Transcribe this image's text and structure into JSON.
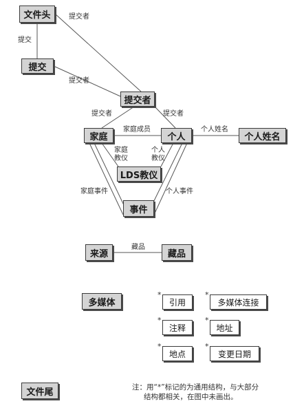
{
  "nodes": {
    "header": "文件头",
    "submission": "提交",
    "submitter": "提交者",
    "family": "家庭",
    "individual": "个人",
    "individual_name": "个人姓名",
    "lds": "LDS教仪",
    "event": "事件",
    "source": "来源",
    "repository": "藏品",
    "multimedia": "多媒体",
    "citation": "引用",
    "multimedia_link": "多媒体连接",
    "note_rec": "注释",
    "address": "地址",
    "place": "地点",
    "change_date": "变更日期",
    "trailer": "文件尾"
  },
  "edges": {
    "header_submission": "提交",
    "header_submitter": "提交者",
    "submission_submitter": "提交者",
    "submitter_family": "提交者",
    "submitter_individual": "提交者",
    "family_individual": "家庭成员",
    "individual_name": "个人姓名",
    "family_lds_1": "家庭",
    "family_lds_2": "教仪",
    "individual_lds_1": "个人",
    "individual_lds_2": "教仪",
    "family_event": "家庭事件",
    "individual_event": "个人事件",
    "source_repository": "藏品"
  },
  "star": "*",
  "footnote": {
    "line1": "注：用“*”标记的为通用结构，与大部分",
    "line2": "结构都相关，在图中未画出。"
  }
}
